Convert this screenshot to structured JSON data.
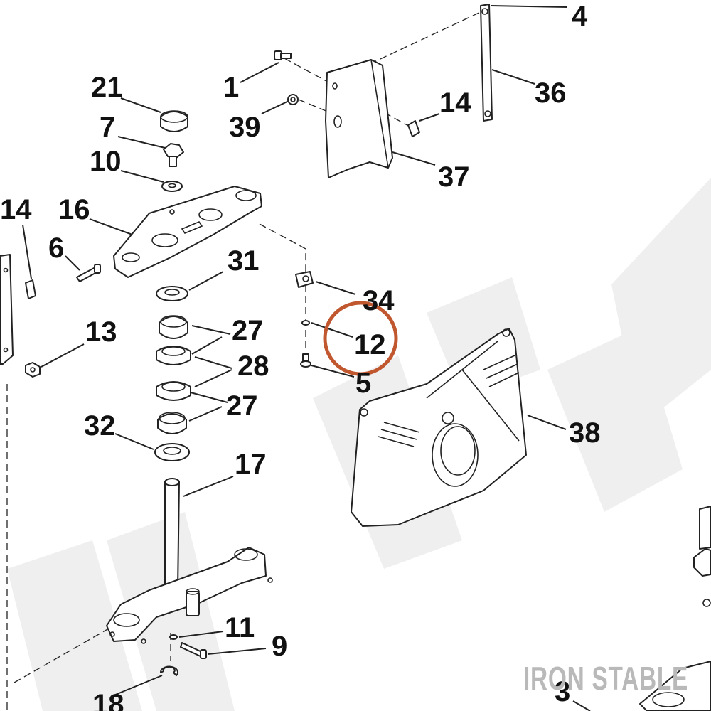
{
  "diagram": {
    "callouts": {
      "c4": "4",
      "c36": "36",
      "c1": "1",
      "c14a": "14",
      "c39": "39",
      "c37": "37",
      "c21": "21",
      "c7": "7",
      "c10": "10",
      "c14b": "14",
      "c16": "16",
      "c6": "6",
      "c31": "31",
      "c34": "34",
      "c12": "12",
      "c13": "13",
      "c27a": "27",
      "c28": "28",
      "c5": "5",
      "c27b": "27",
      "c32": "32",
      "c38": "38",
      "c17": "17",
      "c11": "11",
      "c9": "9",
      "c18": "18",
      "c3": "3"
    },
    "logo": "IRON STABLE",
    "highlight_color": "#c0572f"
  }
}
